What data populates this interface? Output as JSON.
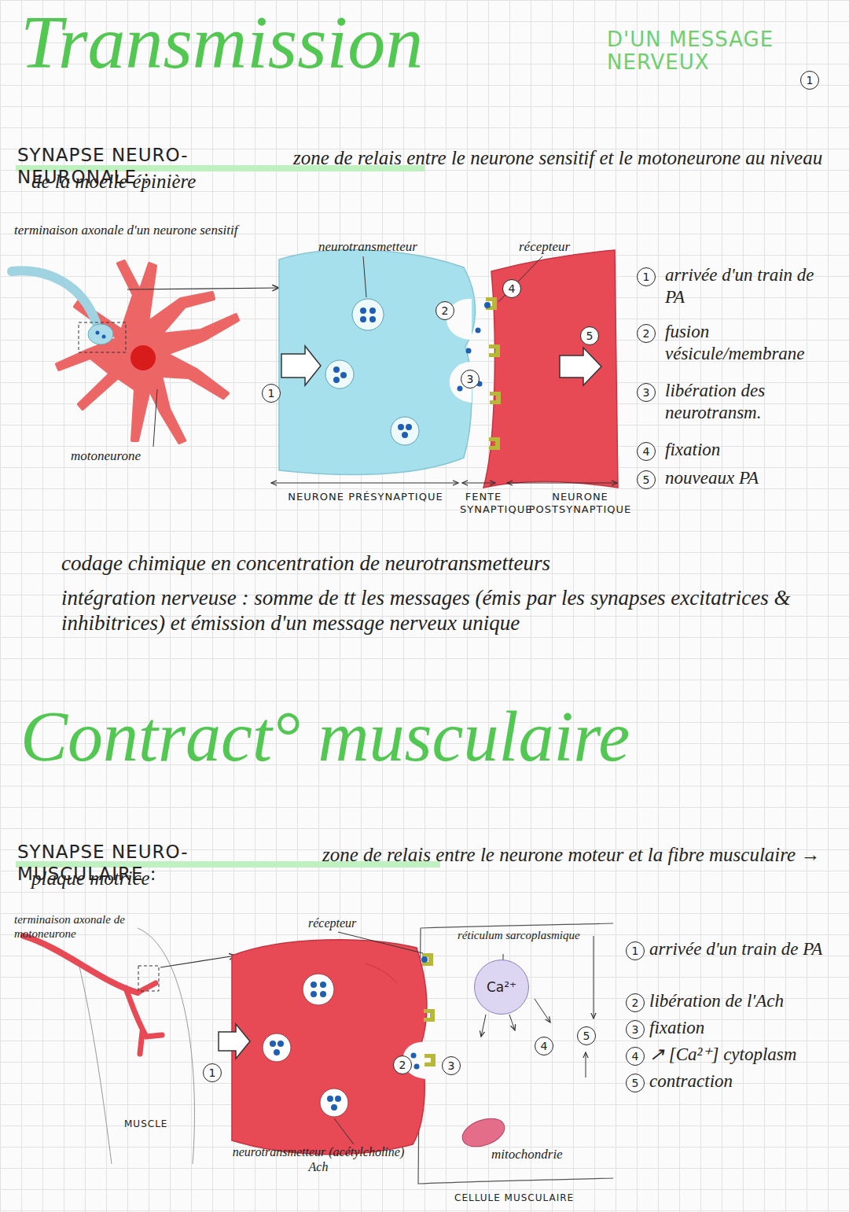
{
  "diagram": {
    "title": "Transmission",
    "nodes": [
      {
        "text": [
          "Ca²⁺"
        ]
      }
    ],
    "labels": [
      "D'UN MESSAGE NERVEUX",
      "1",
      "SYNAPSE NEURO-NEURONALE :",
      "zone de relais entre le neurone sensitif et le motoneurone au niveau de la moelle épinière",
      "terminaison axonale d'un neurone sensitif",
      "neurotransmetteur",
      "récepteur",
      "motoneurone",
      "1",
      "2",
      "3",
      "4",
      "5",
      "1",
      "arrivée d'un train de PA",
      "2",
      "fusion vésicule/membrane",
      "3",
      "libération des neurotransm.",
      "4",
      "fixation",
      "5",
      "nouveaux PA",
      "NEURONE PRÉSYNAPTIQUE",
      "FENTE SYNAPTIQUE",
      "NEURONE POSTSYNAPTIQUE",
      "codage chimique en concentration de neurotransmetteurs",
      "intégration nerveuse : somme de tt les messages (émis par les synapses excitatrices & inhibitrices) et émission d'un message nerveux unique",
      "Contract° musculaire",
      "SYNAPSE NEURO-MUSCULAIRE :",
      "zone de relais entre le neurone moteur et la fibre musculaire → plaque motrice",
      "terminaison axonale de motoneurone",
      "récepteur",
      "réticulum sarcoplasmique",
      "MUSCLE",
      "1",
      "2",
      "3",
      "4",
      "5",
      "1",
      "arrivée d'un train de PA",
      "2",
      "libération de l'Ach",
      "3",
      "fixation",
      "4",
      "↗ [Ca²⁺] cytoplasm",
      "5",
      "contraction",
      "neurotransmetteur (acétylcholine) Ach",
      "mitochondrie",
      "CELLULE MUSCULAIRE"
    ]
  }
}
